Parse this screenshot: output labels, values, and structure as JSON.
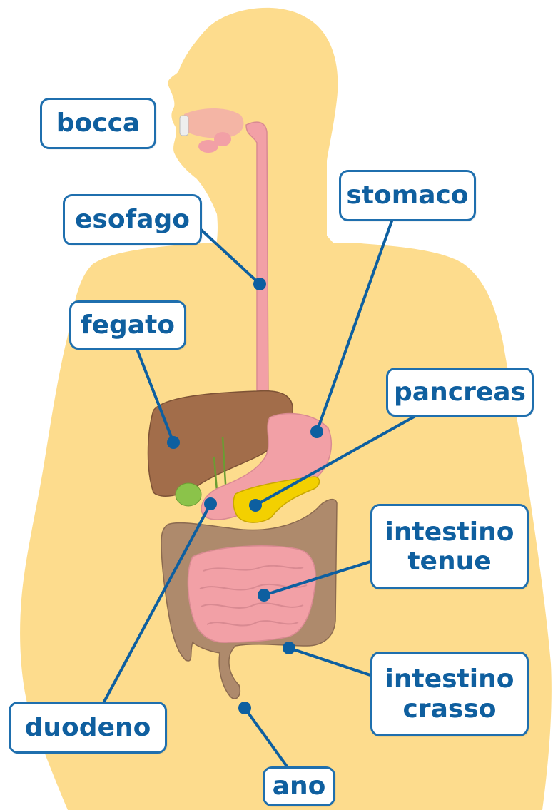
{
  "colors": {
    "body": "#fddc8d",
    "digestive_pink": "#f2a0a6",
    "liver": "#a26d4a",
    "colon": "#ae8a6c",
    "gallbladder": "#8bc34a",
    "pancreas": "#f3d000",
    "label_border": "#1f6fae",
    "label_text": "#0f5f9f",
    "pointer": "#0d5fa0"
  },
  "labels": {
    "bocca": "bocca",
    "esofago": "esofago",
    "stomaco": "stomaco",
    "fegato": "fegato",
    "pancreas": "pancreas",
    "intestino_tenue": [
      "intestino",
      "tenue"
    ],
    "duodeno": "duodeno",
    "intestino_crasso": [
      "intestino",
      "crasso"
    ],
    "ano": "ano"
  }
}
